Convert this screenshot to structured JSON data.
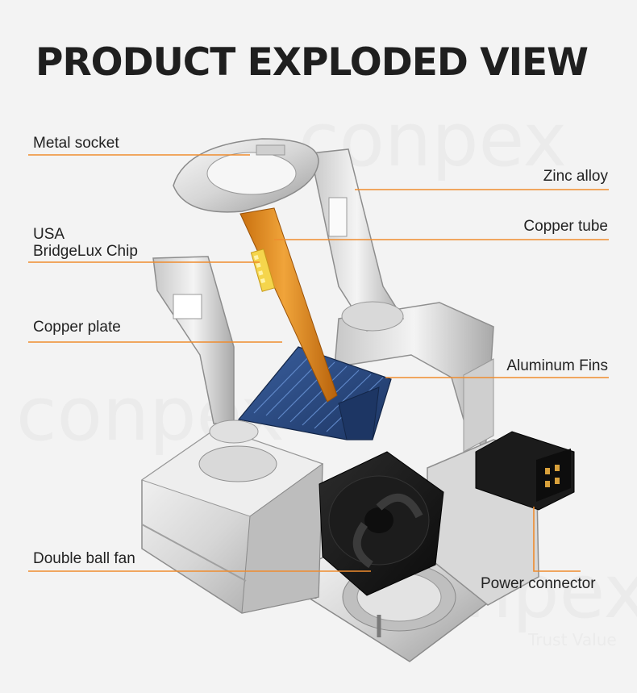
{
  "title": "PRODUCT EXPLODED VIEW",
  "watermark": {
    "brand": "conpex",
    "tagline": "Trust Value"
  },
  "colors": {
    "leader_line": "#ef8c2e",
    "title": "#1f1f1f",
    "label": "#222222",
    "background": "#f3f3f3"
  },
  "labels": {
    "metal_socket": "Metal socket",
    "zinc_alloy": "Zinc alloy",
    "usa_line1": "USA",
    "usa_line2": "BridgeLux Chip",
    "copper_tube": "Copper tube",
    "copper_plate": "Copper plate",
    "aluminum_fins": "Aluminum Fins",
    "double_ball_fan": "Double ball fan",
    "power_connector": "Power connector"
  }
}
